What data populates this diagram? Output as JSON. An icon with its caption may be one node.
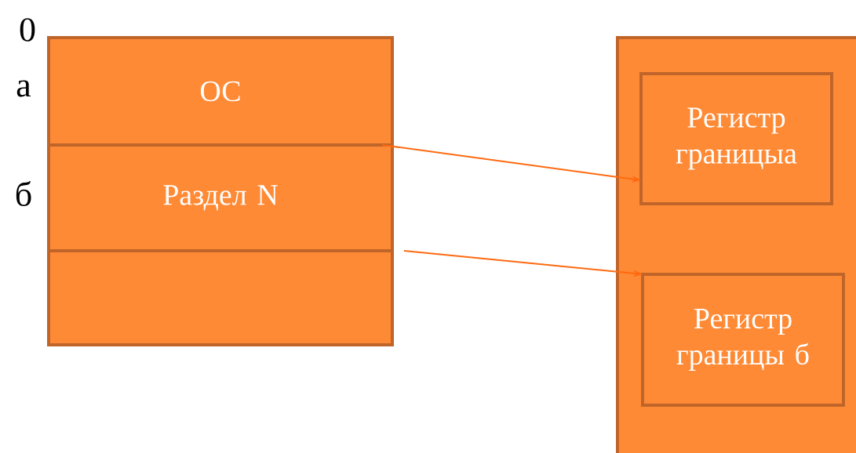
{
  "diagram": {
    "nodes": [
      {
        "text": [
          "ОС"
        ]
      },
      {
        "text": [
          "Раздел N"
        ]
      },
      {
        "text": [],
        "shape": "box"
      },
      {
        "text": [],
        "shape": "box"
      },
      {
        "text": [
          "Регистр границыа"
        ],
        "in": 3
      },
      {
        "text": [
          "Регистр границы б"
        ],
        "in": 3
      }
    ],
    "edges": [
      {
        "from": 1,
        "to": 4,
        "arrow": "to"
      },
      {
        "from": 1,
        "to": 5,
        "arrow": "to"
      }
    ],
    "labels": [
      "0",
      "а",
      "б"
    ]
  }
}
